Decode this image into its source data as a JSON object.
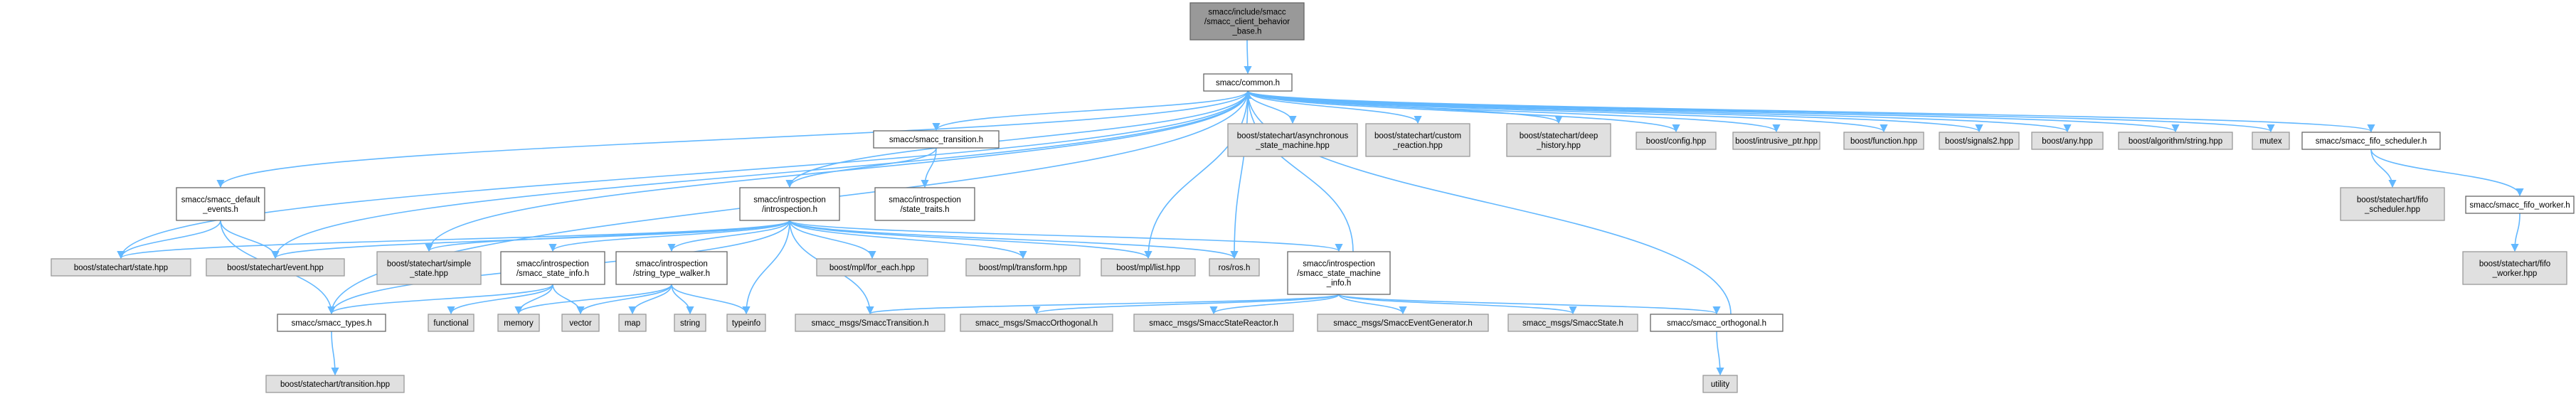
{
  "colors": {
    "edge": "#63b8ff",
    "root_fill": "#999999",
    "documented_fill": "#ffffff",
    "external_fill": "#e0e0e0",
    "border": "#666666"
  },
  "nodes": {
    "root": [
      "smacc/include/smacc",
      "/smacc_client_behavior",
      "_base.h"
    ],
    "common": [
      "smacc/common.h"
    ],
    "default_events": [
      "smacc/smacc_default",
      "_events.h"
    ],
    "transition": [
      "smacc/smacc_transition.h"
    ],
    "async_sm": [
      "boost/statechart/asynchronous",
      "_state_machine.hpp"
    ],
    "custom_reaction": [
      "boost/statechart/custom",
      "_reaction.hpp"
    ],
    "deep_history": [
      "boost/statechart/deep",
      "_history.hpp"
    ],
    "config": [
      "boost/config.hpp"
    ],
    "intrusive_ptr": [
      "boost/intrusive_ptr.hpp"
    ],
    "function": [
      "boost/function.hpp"
    ],
    "signals2": [
      "boost/signals2.hpp"
    ],
    "any": [
      "boost/any.hpp"
    ],
    "algorithm_string": [
      "boost/algorithm/string.hpp"
    ],
    "mutex": [
      "mutex"
    ],
    "fifo_scheduler": [
      "smacc/smacc_fifo_scheduler.h"
    ],
    "introspection": [
      "smacc/introspection",
      "/introspection.h"
    ],
    "state_traits": [
      "smacc/introspection",
      "/state_traits.h"
    ],
    "fifo_scheduler_hpp": [
      "boost/statechart/fifo",
      "_scheduler.hpp"
    ],
    "fifo_worker": [
      "smacc/smacc_fifo_worker.h"
    ],
    "state_hpp": [
      "boost/statechart/state.hpp"
    ],
    "event_hpp": [
      "boost/statechart/event.hpp"
    ],
    "simple_state": [
      "boost/statechart/simple",
      "_state.hpp"
    ],
    "state_info": [
      "smacc/introspection",
      "/smacc_state_info.h"
    ],
    "type_walker": [
      "smacc/introspection",
      "/string_type_walker.h"
    ],
    "for_each": [
      "boost/mpl/for_each.hpp"
    ],
    "mpl_transform": [
      "boost/mpl/transform.hpp"
    ],
    "mpl_list": [
      "boost/mpl/list.hpp"
    ],
    "ros": [
      "ros/ros.h"
    ],
    "sm_info": [
      "smacc/introspection",
      "/smacc_state_machine",
      "_info.h"
    ],
    "fifo_worker_hpp": [
      "boost/statechart/fifo",
      "_worker.hpp"
    ],
    "functional": [
      "functional"
    ],
    "memory": [
      "memory"
    ],
    "vector": [
      "vector"
    ],
    "map": [
      "map"
    ],
    "string": [
      "string"
    ],
    "typeinfo": [
      "typeinfo"
    ],
    "smacc_types": [
      "smacc/smacc_types.h"
    ],
    "msg_transition": [
      "smacc_msgs/SmaccTransition.h"
    ],
    "msg_orthogonal": [
      "smacc_msgs/SmaccOrthogonal.h"
    ],
    "msg_reactor": [
      "smacc_msgs/SmaccStateReactor.h"
    ],
    "msg_generator": [
      "smacc_msgs/SmaccEventGenerator.h"
    ],
    "msg_state": [
      "smacc_msgs/SmaccState.h"
    ],
    "orthogonal": [
      "smacc/smacc_orthogonal.h"
    ],
    "sc_transition": [
      "boost/statechart/transition.hpp"
    ],
    "utility": [
      "utility"
    ]
  }
}
